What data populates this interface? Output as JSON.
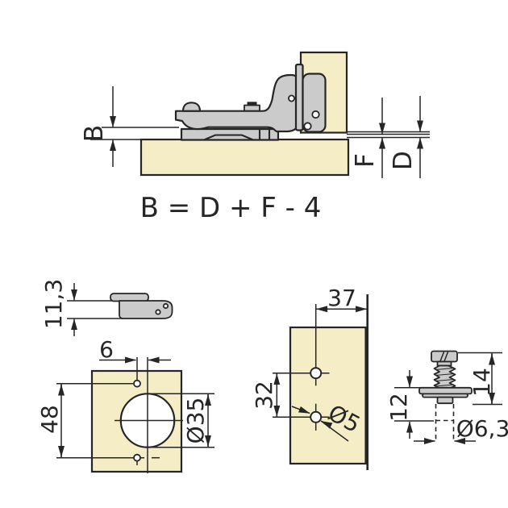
{
  "colors": {
    "panel": "#F4EDC5",
    "metal": "#CBCBCB",
    "line": "#262626",
    "hole": "#FFFFFF"
  },
  "cross_section": {
    "label_b": "B",
    "label_f": "F",
    "label_d": "D",
    "formula": "B = D + F - 4"
  },
  "arm_side_view": {
    "plate_height": "11,3"
  },
  "drilling_pattern": {
    "hole_offset": "6",
    "screw_hole_spacing": "48",
    "cup_hole_diameter": "Ø35"
  },
  "mounting_plate": {
    "edge_distance": "37",
    "hole_spacing": "32",
    "hole_diameter": "Ø5"
  },
  "euro_screw": {
    "assembly_height": "14",
    "insert_depth": "12",
    "insert_diameter": "Ø6,3"
  }
}
